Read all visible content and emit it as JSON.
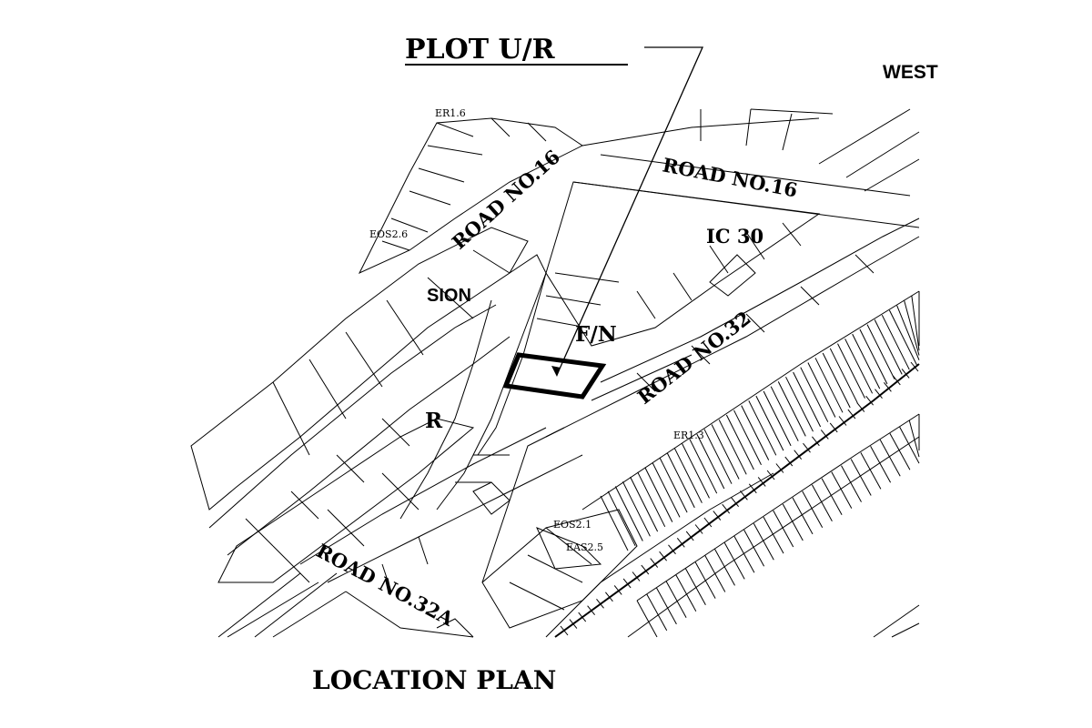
{
  "title": "PLOT U/R",
  "north_label": "WEST",
  "footer_title": "LOCATION PLAN",
  "roads": {
    "road16_a": "ROAD NO.16",
    "road16_b": "ROAD NO.16",
    "road32": "ROAD NO.32",
    "road32a": "ROAD NO.32A"
  },
  "zones": {
    "sion": "SION",
    "fn": "F/N",
    "ic30": "IC 30",
    "r": "R",
    "er16": "ER1.6",
    "eos26": "EOS2.6",
    "er13": "ER1.3",
    "eos21": "EOS2.1",
    "eas25": "EAS2.5"
  },
  "colors": {
    "ink": "#000000",
    "paper": "#ffffff"
  }
}
